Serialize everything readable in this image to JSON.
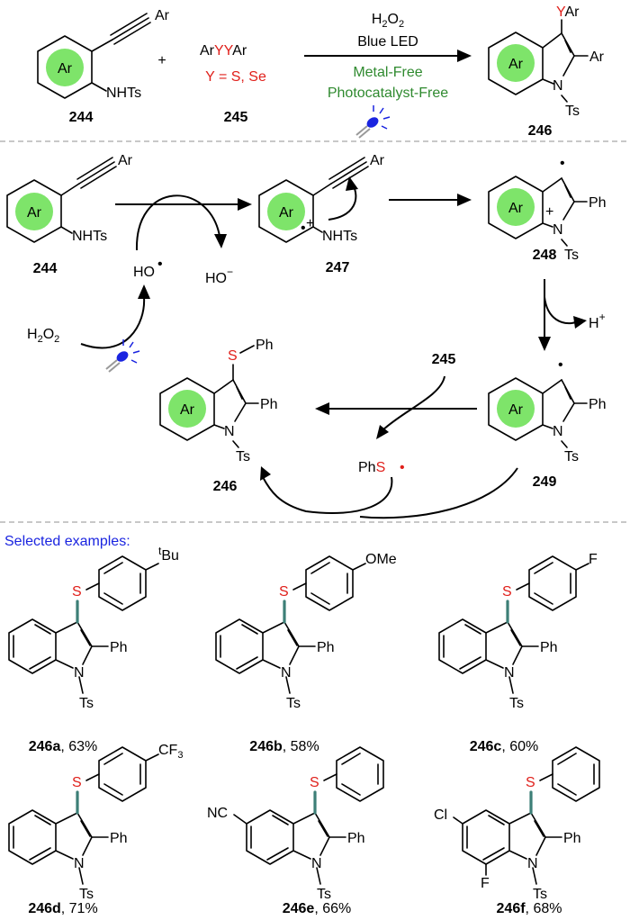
{
  "top_reaction": {
    "substrate_group": "Ar",
    "substrate_sub": "NHTs",
    "substrate_label": "244",
    "plus": "+",
    "reagent_ar1": "Ar",
    "reagent_yy": "YY",
    "reagent_ar2": "Ar",
    "reagent_def": "Y = S, Se",
    "reagent_label": "245",
    "cond_h2o2_main": "H",
    "cond_h2o2_sub": "2",
    "cond_h2o2_o": "O",
    "cond_h2o2_sub2": "2",
    "cond_light": "Blue LED",
    "cond_free1": "Metal-Free",
    "cond_free2": "Photocatalyst-Free",
    "product_y": "Y",
    "product_yar": "Ar",
    "product_ar2": "Ar",
    "product_n": "N",
    "product_ts": "Ts",
    "product_label": "246",
    "ring_label": "Ar"
  },
  "mechanism": {
    "s244_label": "244",
    "s244_sub": "NHTs",
    "ar": "Ar",
    "ho_radical": "HO",
    "ho_anion": "HO",
    "ho_anion_charge": "−",
    "h2o2_h": "H",
    "h2o2_2a": "2",
    "h2o2_o": "O",
    "h2o2_2b": "2",
    "s247_cation": "+",
    "s247_sub": "NHTs",
    "s247_label": "247",
    "s248_plus": "+",
    "s248_n": "N",
    "s248_ph": "Ph",
    "s248_ts": "Ts",
    "s248_label": "248",
    "hplus_h": "H",
    "hplus_charge": "+",
    "s249_n": "N",
    "s249_ph": "Ph",
    "s249_ts": "Ts",
    "s249_label": "249",
    "reagent_245": "245",
    "phs_ph": "Ph",
    "phs_s": "S",
    "p246_s": "S",
    "p246_sph": "Ph",
    "p246_ph": "Ph",
    "p246_n": "N",
    "p246_ts": "Ts",
    "p246_label": "246"
  },
  "examples_header": "Selected examples:",
  "examples": [
    {
      "id": "246a",
      "yield": ", 63%",
      "para_sup": "t",
      "para": "Bu"
    },
    {
      "id": "246b",
      "yield": ", 58%",
      "para": "OMe"
    },
    {
      "id": "246c",
      "yield": ", 60%",
      "para": "F"
    },
    {
      "id": "246d",
      "yield": ", 71%",
      "para_main": "CF",
      "para_sub": "3"
    },
    {
      "id": "246e",
      "yield": ", 66%",
      "ring_sub": "NC"
    },
    {
      "id": "246f",
      "yield": ", 68%",
      "ring_sub1": "Cl",
      "ring_sub2": "F"
    }
  ],
  "ex_common": {
    "s": "S",
    "ph": "Ph",
    "n": "N",
    "ts": "Ts"
  },
  "colors": {
    "red": "#e0201b",
    "green": "#2f8a2f",
    "blue": "#1a24e0",
    "highlight": "#7ee46a",
    "bond_teal": "#3d7f77"
  }
}
